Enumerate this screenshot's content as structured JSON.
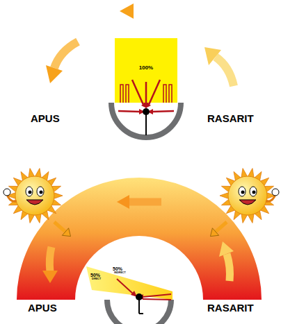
{
  "diagram": {
    "nodes": [
      {
        "text": [
          "100%"
        ]
      }
    ],
    "labels": [
      "APUS",
      "RASARIT",
      "50%",
      "DIRECT",
      "50%",
      "INDIRECT",
      "APUS",
      "RASARIT"
    ]
  }
}
